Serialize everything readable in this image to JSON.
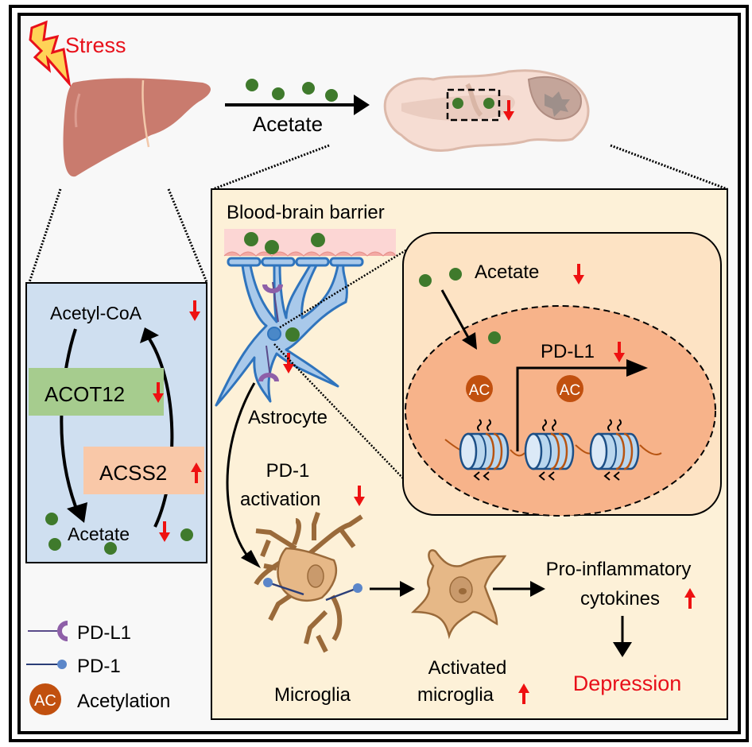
{
  "figure": {
    "type": "graphical-abstract",
    "colors": {
      "background": "#f8f8f8",
      "frame": "#000000",
      "red_text": "#e8101a",
      "red_arrow": "#ee1111",
      "acetate_dot": "#3f7a2c",
      "liver": "#c97b6e",
      "liver_panel_bg": "#cfdff0",
      "brain_panel_bg": "#fdf1d8",
      "acot12_box": "#a6cc8e",
      "acss2_box": "#f9c8a8",
      "bbb_band": "#fcd6d4",
      "astrocyte": "#2f74bd",
      "astrocyte_fill": "#a9c9ea",
      "nucleus_fill": "#f7b38a",
      "cell_box_fill": "#fde3c4",
      "ac_badge": "#c1500f",
      "nucleosome": "#b9d6ee",
      "nucleosome_stroke": "#1d4f86",
      "dna": "#b75412",
      "microglia": "#e6b887",
      "microglia_stroke": "#9a6a3a",
      "pdl1": "#8e5fa8",
      "pd1": "#5b86c9",
      "pd1_line": "#2b3e78"
    }
  },
  "top": {
    "stress_label": "Stress",
    "transport_label": "Acetate"
  },
  "liver_panel": {
    "acetyl_coa_label": "Acetyl-CoA",
    "acetyl_coa_trend": "down",
    "acot12_label": "ACOT12",
    "acot12_trend": "down",
    "acss2_label": "ACSS2",
    "acss2_trend": "up",
    "acetate_label": "Acetate",
    "acetate_trend": "down"
  },
  "brain_panel": {
    "bbb_label": "Blood-brain barrier",
    "astrocyte_label": "Astrocyte",
    "pd1_activation_label_line1": "PD-1",
    "pd1_activation_label_line2": "activation",
    "pd1_activation_trend": "down",
    "microglia_label": "Microglia",
    "activated_microglia_line1": "Activated",
    "activated_microglia_line2": "microglia",
    "activated_microglia_trend": "up",
    "cytokines_line1": "Pro-inflammatory",
    "cytokines_line2": "cytokines",
    "cytokines_trend": "up",
    "outcome_label": "Depression"
  },
  "cell_inset": {
    "acetate_label": "Acetate",
    "acetate_trend": "down",
    "gene_label": "PD-L1",
    "gene_trend": "down",
    "ac_badge_text": "AC"
  },
  "legend": {
    "items": [
      {
        "icon": "pdl1-receptor-icon",
        "label": "PD-L1"
      },
      {
        "icon": "pd1-receptor-icon",
        "label": "PD-1"
      },
      {
        "icon": "acetylation-icon",
        "label": "Acetylation",
        "badge": "AC"
      }
    ]
  }
}
